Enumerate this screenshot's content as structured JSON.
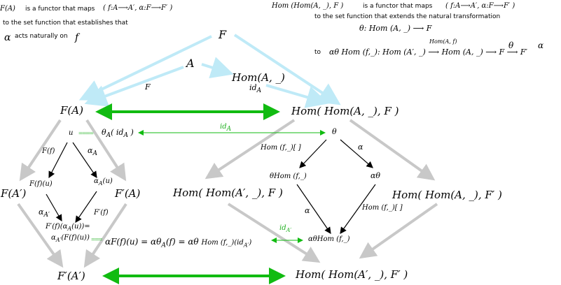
{
  "colors": {
    "light_blue": "#bfeaf7",
    "gray": "#c8c8c8",
    "green": "#11bb11",
    "black": "#000000"
  },
  "notes": {
    "top_left_1_math": "F(A)",
    "top_left_1_text": "is a functor that maps",
    "top_left_1_math2": "( f:A⟶A′, α:F⟶F′ )",
    "top_left_2": "to the set function that establishes that",
    "top_left_3_math": "α",
    "top_left_3_text": "acts naturally on",
    "top_left_3_math2": "f",
    "top_right_1_math": "Hom (Hom(A, _), F )",
    "top_right_1_text": "is a functor that maps",
    "top_right_1_math2": "( f:A⟶A′, α:F⟶F′ )",
    "top_right_2": "to the set function that extends the natural transformation",
    "top_right_3": "θ:  Hom (A, _) ⟶ F",
    "top_right_4_to": "to",
    "top_right_4_math": "αθ Hom (f,_):  Hom (A′, _) ⟶ Hom (A, _)  ⟶  F  ⟶  F′",
    "top_right_4_sup_f": "Hom(A, f)",
    "top_right_4_sup_theta": "θ",
    "top_right_4_sup_alpha": "α"
  },
  "nodes": {
    "F_top": "F",
    "A_mid": "A",
    "homA": "Hom(A, _)",
    "homA_id": "id",
    "homA_id_sub": "A",
    "F_label": "F",
    "FA": "F(A)",
    "HomHomA_F": "Hom( Hom(A, _), F )",
    "FAprime": "F(A′)",
    "FprimeA": "F′(A)",
    "HomHomAprime_F": "Hom( Hom(A′, _), F )",
    "HomHomA_Fprime": "Hom( Hom(A, _), F′ )",
    "FprimeAprime": "F′(A′)",
    "HomHomAprime_Fprime": "Hom( Hom(A′, _), F′ )"
  },
  "elements": {
    "u": "u",
    "equals_dash": "====",
    "theta_A_idA": "θA( idA )",
    "theta_A_pre": "θ",
    "theta_A_sub": "A",
    "theta_A_arg": "( id",
    "theta_A_arg_sub": "A",
    "theta_A_close": " )",
    "idA_green": "id",
    "idA_green_sub": "A",
    "theta": "θ",
    "Ff": "F(f)",
    "alphaA_left": "α",
    "alphaA_left_sub": "A",
    "Ffu": "F(f)(u)",
    "alphaA_u": "α",
    "alphaA_u_sub": "A",
    "alphaA_u_arg": "(u)",
    "alphaAprime": "α",
    "alphaAprime_sub": "A′",
    "Fprime_f": "F′(f)",
    "Fprime_composite_1": "F′(f)(α",
    "Fprime_composite_1_sub": "A",
    "Fprime_composite_1_end": "(u))=",
    "Fprime_composite_2": "α",
    "Fprime_composite_2_sub": "A′",
    "Fprime_composite_2_end": "(F(f)(u))",
    "equals_dash2": "===",
    "big_equation_1": "αF(f)(u) = αθ",
    "big_equation_1_sub": "A",
    "big_equation_2": "(f) = αθ",
    "big_equation_3": "Hom (f,_)",
    "big_equation_4": "(id",
    "big_equation_4_sub": "A′",
    "big_equation_5": ")",
    "hom_f_bracket_1": "Hom (f,_)[ ]",
    "alpha_right": "α",
    "theta_hom": "θHom (f,_)",
    "alpha_theta": "αθ",
    "alpha_small": "α",
    "hom_f_bracket_2": "Hom (f,_)[ ]",
    "idAprime_green": "id",
    "idAprime_green_sub": "A′",
    "alpha_theta_hom": "αθHom (f,_)"
  }
}
